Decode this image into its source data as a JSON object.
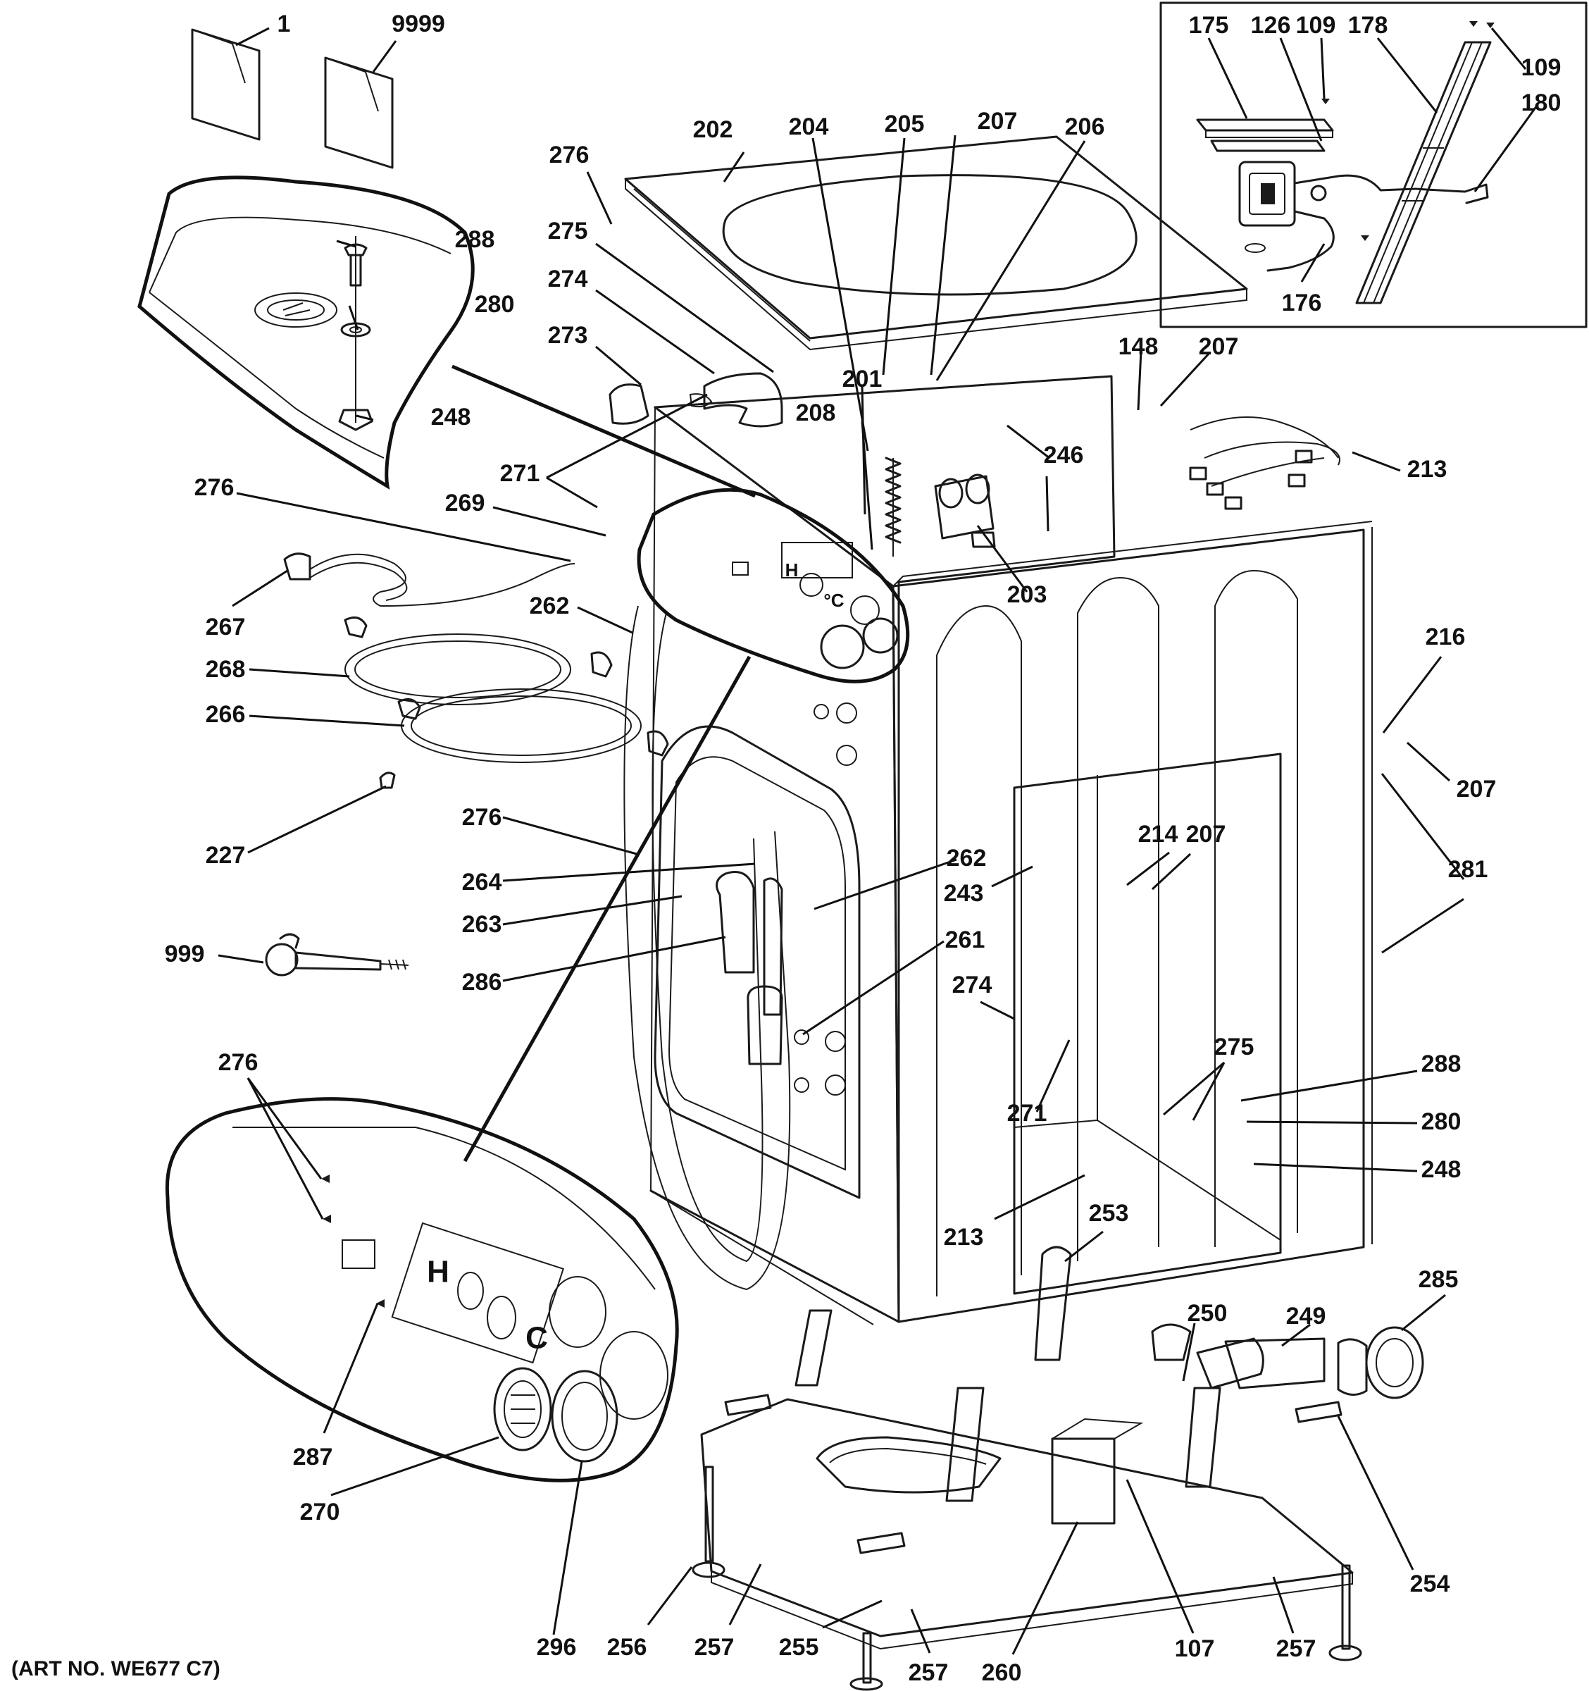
{
  "art_number": "(ART NO. WE677 C7)",
  "callouts": [
    {
      "id": "c1",
      "label": "1"
    },
    {
      "id": "c9999",
      "label": "9999"
    },
    {
      "id": "c276a",
      "label": "276"
    },
    {
      "id": "c202",
      "label": "202"
    },
    {
      "id": "c204",
      "label": "204"
    },
    {
      "id": "c205",
      "label": "205"
    },
    {
      "id": "c207a",
      "label": "207"
    },
    {
      "id": "c206",
      "label": "206"
    },
    {
      "id": "c275a",
      "label": "275"
    },
    {
      "id": "c274a",
      "label": "274"
    },
    {
      "id": "c273",
      "label": "273"
    },
    {
      "id": "c201",
      "label": "201"
    },
    {
      "id": "c208",
      "label": "208"
    },
    {
      "id": "c271a",
      "label": "271"
    },
    {
      "id": "c269",
      "label": "269"
    },
    {
      "id": "c276b",
      "label": "276"
    },
    {
      "id": "c288a",
      "label": "288"
    },
    {
      "id": "c280a",
      "label": "280"
    },
    {
      "id": "c248a",
      "label": "248"
    },
    {
      "id": "c148",
      "label": "148"
    },
    {
      "id": "c207b",
      "label": "207"
    },
    {
      "id": "c246",
      "label": "246"
    },
    {
      "id": "c213a",
      "label": "213"
    },
    {
      "id": "c203",
      "label": "203"
    },
    {
      "id": "c175",
      "label": "175"
    },
    {
      "id": "c126",
      "label": "126"
    },
    {
      "id": "c109a",
      "label": "109"
    },
    {
      "id": "c178",
      "label": "178"
    },
    {
      "id": "c109b",
      "label": "109"
    },
    {
      "id": "c180",
      "label": "180"
    },
    {
      "id": "c176",
      "label": "176"
    },
    {
      "id": "c267",
      "label": "267"
    },
    {
      "id": "c262a",
      "label": "262"
    },
    {
      "id": "c268",
      "label": "268"
    },
    {
      "id": "c266",
      "label": "266"
    },
    {
      "id": "c227",
      "label": "227"
    },
    {
      "id": "c276c",
      "label": "276"
    },
    {
      "id": "c264",
      "label": "264"
    },
    {
      "id": "c263",
      "label": "263"
    },
    {
      "id": "c286",
      "label": "286"
    },
    {
      "id": "c999",
      "label": "999"
    },
    {
      "id": "c262b",
      "label": "262"
    },
    {
      "id": "c261",
      "label": "261"
    },
    {
      "id": "c216",
      "label": "216"
    },
    {
      "id": "c207c",
      "label": "207"
    },
    {
      "id": "c281",
      "label": "281"
    },
    {
      "id": "c214",
      "label": "214"
    },
    {
      "id": "c207d",
      "label": "207"
    },
    {
      "id": "c243",
      "label": "243"
    },
    {
      "id": "c274b",
      "label": "274"
    },
    {
      "id": "c275b",
      "label": "275"
    },
    {
      "id": "c271b",
      "label": "271"
    },
    {
      "id": "c288b",
      "label": "288"
    },
    {
      "id": "c280b",
      "label": "280"
    },
    {
      "id": "c248b",
      "label": "248"
    },
    {
      "id": "c213b",
      "label": "213"
    },
    {
      "id": "c253",
      "label": "253"
    },
    {
      "id": "c276d",
      "label": "276"
    },
    {
      "id": "c287",
      "label": "287"
    },
    {
      "id": "c270",
      "label": "270"
    },
    {
      "id": "c296",
      "label": "296"
    },
    {
      "id": "c256",
      "label": "256"
    },
    {
      "id": "c257a",
      "label": "257"
    },
    {
      "id": "c255",
      "label": "255"
    },
    {
      "id": "c257b",
      "label": "257"
    },
    {
      "id": "c260",
      "label": "260"
    },
    {
      "id": "c107",
      "label": "107"
    },
    {
      "id": "c257c",
      "label": "257"
    },
    {
      "id": "c254",
      "label": "254"
    },
    {
      "id": "c285",
      "label": "285"
    },
    {
      "id": "c250",
      "label": "250"
    },
    {
      "id": "c249",
      "label": "249"
    }
  ],
  "panel_letters": {
    "hot": "H",
    "cold": "C",
    "cold_small": "°C"
  }
}
